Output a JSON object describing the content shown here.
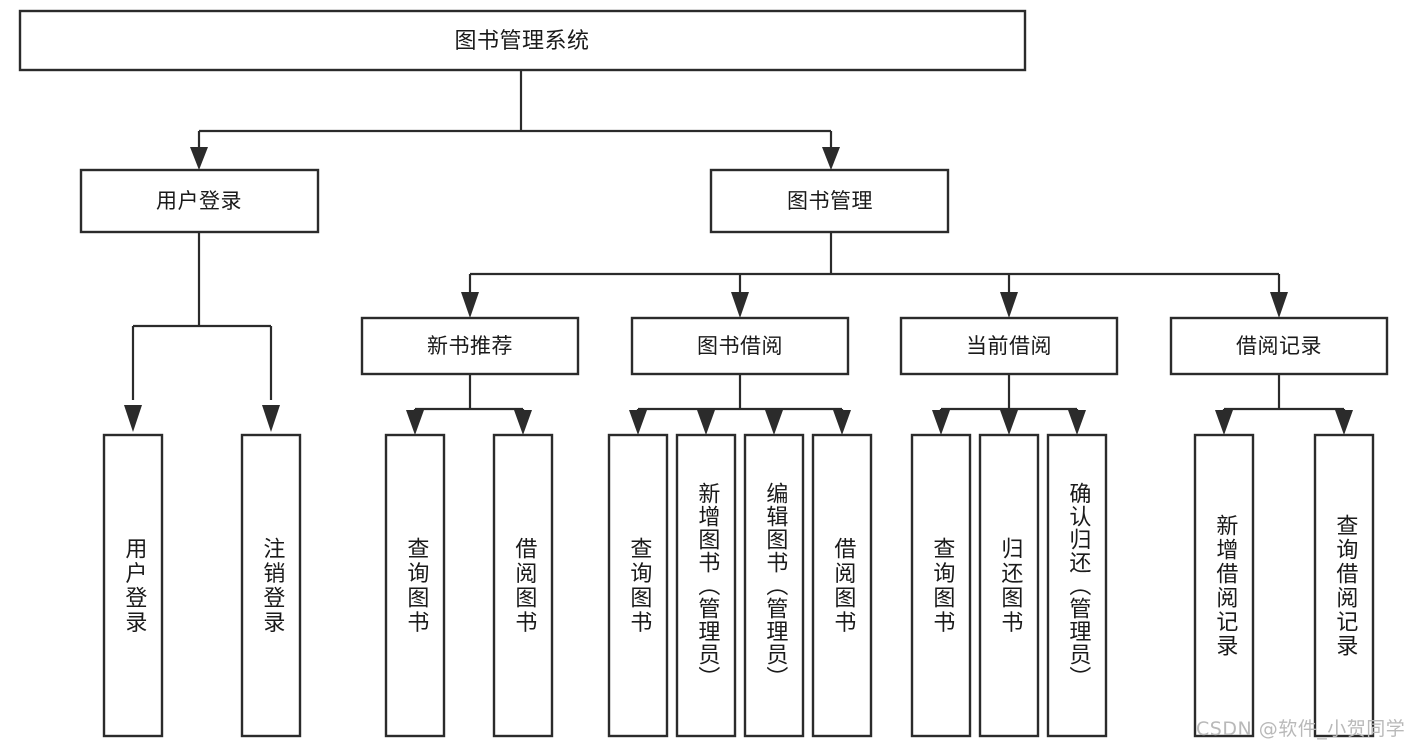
{
  "diagram": {
    "type": "tree-hierarchy",
    "title": "图书管理系统",
    "root": {
      "id": "root",
      "label": "图书管理系统",
      "orientation": "horizontal"
    },
    "level2": [
      {
        "id": "user-login",
        "label": "用户登录",
        "orientation": "horizontal"
      },
      {
        "id": "book-management",
        "label": "图书管理",
        "orientation": "horizontal"
      }
    ],
    "level3": [
      {
        "id": "new-book-recommend",
        "label": "新书推荐",
        "orientation": "horizontal",
        "parent": "book-management"
      },
      {
        "id": "book-borrow",
        "label": "图书借阅",
        "orientation": "horizontal",
        "parent": "book-management"
      },
      {
        "id": "current-borrow",
        "label": "当前借阅",
        "orientation": "horizontal",
        "parent": "book-management"
      },
      {
        "id": "borrow-record",
        "label": "借阅记录",
        "orientation": "horizontal",
        "parent": "book-management"
      }
    ],
    "leaves": [
      {
        "id": "leaf-user-login",
        "label": "用户登录",
        "parent": "user-login",
        "orientation": "vertical"
      },
      {
        "id": "leaf-user-logout",
        "label": "注销登录",
        "parent": "user-login",
        "orientation": "vertical"
      },
      {
        "id": "leaf-query-book-1",
        "label": "查询图书",
        "parent": "new-book-recommend",
        "orientation": "vertical"
      },
      {
        "id": "leaf-borrow-book-1",
        "label": "借阅图书",
        "parent": "new-book-recommend",
        "orientation": "vertical"
      },
      {
        "id": "leaf-query-book-2",
        "label": "查询图书",
        "parent": "book-borrow",
        "orientation": "vertical"
      },
      {
        "id": "leaf-add-book",
        "label": "新增图书（管理员）",
        "parent": "book-borrow",
        "orientation": "vertical"
      },
      {
        "id": "leaf-edit-book",
        "label": "编辑图书（管理员）",
        "parent": "book-borrow",
        "orientation": "vertical"
      },
      {
        "id": "leaf-borrow-book-2",
        "label": "借阅图书",
        "parent": "book-borrow",
        "orientation": "vertical"
      },
      {
        "id": "leaf-query-book-3",
        "label": "查询图书",
        "parent": "current-borrow",
        "orientation": "vertical"
      },
      {
        "id": "leaf-return-book",
        "label": "归还图书",
        "parent": "current-borrow",
        "orientation": "vertical"
      },
      {
        "id": "leaf-confirm-return",
        "label": "确认归还（管理员）",
        "parent": "current-borrow",
        "orientation": "vertical"
      },
      {
        "id": "leaf-add-record",
        "label": "新增借阅记录",
        "parent": "borrow-record",
        "orientation": "vertical"
      },
      {
        "id": "leaf-query-record",
        "label": "查询借阅记录",
        "parent": "borrow-record",
        "orientation": "vertical"
      }
    ],
    "colors": {
      "stroke": "#2b2b2b",
      "fill": "#ffffff",
      "text": "#1a1a1a",
      "watermark": "#b9b9b9"
    }
  },
  "watermark": {
    "text": "CSDN @软件_小贺同学"
  }
}
